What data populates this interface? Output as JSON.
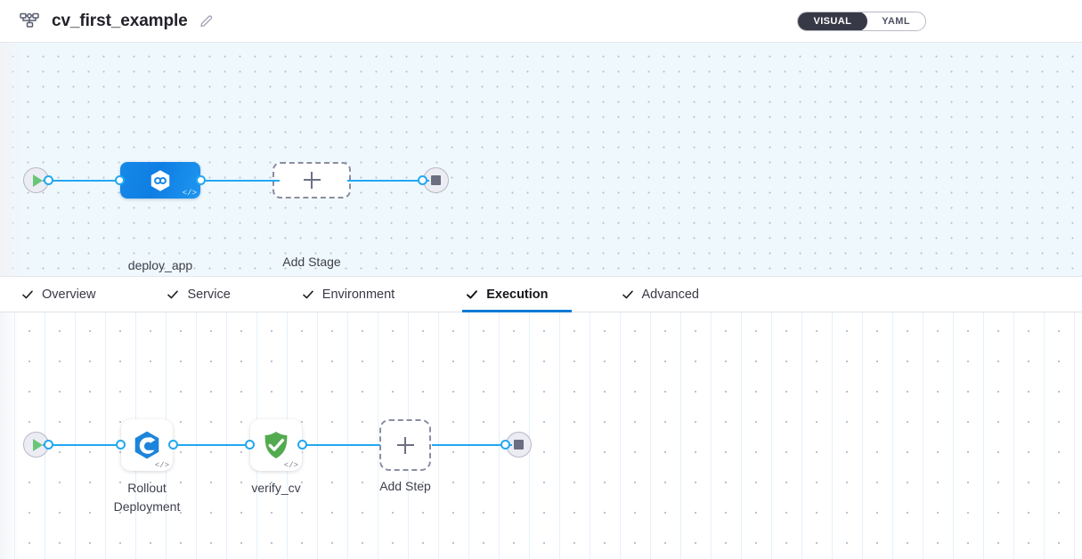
{
  "header": {
    "pipeline_icon": "pipeline-flow-icon",
    "title": "cv_first_example",
    "edit_icon": "pencil-edit-icon",
    "view_toggle": {
      "options": [
        "VISUAL",
        "YAML"
      ],
      "selected": "VISUAL"
    }
  },
  "stage_canvas": {
    "start_node": {
      "name": "start-node",
      "icon": "play-icon"
    },
    "stages": [
      {
        "name": "deploy_app",
        "label": "deploy_app",
        "icon": "deployment-hexagon-icon",
        "selected": true,
        "code_marker": "</>"
      }
    ],
    "add_stage": {
      "label": "Add Stage",
      "icon": "plus-icon"
    },
    "end_node": {
      "name": "end-node",
      "icon": "stop-icon"
    }
  },
  "tabs": [
    {
      "label": "Overview",
      "checked": true,
      "active": false
    },
    {
      "label": "Service",
      "checked": true,
      "active": false
    },
    {
      "label": "Environment",
      "checked": true,
      "active": false
    },
    {
      "label": "Execution",
      "checked": true,
      "active": true
    },
    {
      "label": "Advanced",
      "checked": true,
      "active": false
    }
  ],
  "execution_canvas": {
    "start_node": {
      "name": "start-node",
      "icon": "play-icon"
    },
    "steps": [
      {
        "name": "rollout_deployment",
        "label_line1": "Rollout",
        "label_line2": "Deployment",
        "icon": "rollout-deployment-icon",
        "code_marker": "</>"
      },
      {
        "name": "verify_cv",
        "label_line1": "verify_cv",
        "label_line2": "",
        "icon": "green-shield-check-icon",
        "code_marker": "</>"
      }
    ],
    "add_step": {
      "label": "Add Step",
      "icon": "plus-icon"
    },
    "end_node": {
      "name": "end-node",
      "icon": "stop-icon"
    }
  },
  "colors": {
    "accent_blue": "#23a8f0",
    "active_tab_underline": "#0b7ad4",
    "stage_blue": "#0f7ee4",
    "verify_green": "#53ab4f",
    "toggle_dark": "#383946",
    "canvas_top_bg": "#eff8fd"
  }
}
